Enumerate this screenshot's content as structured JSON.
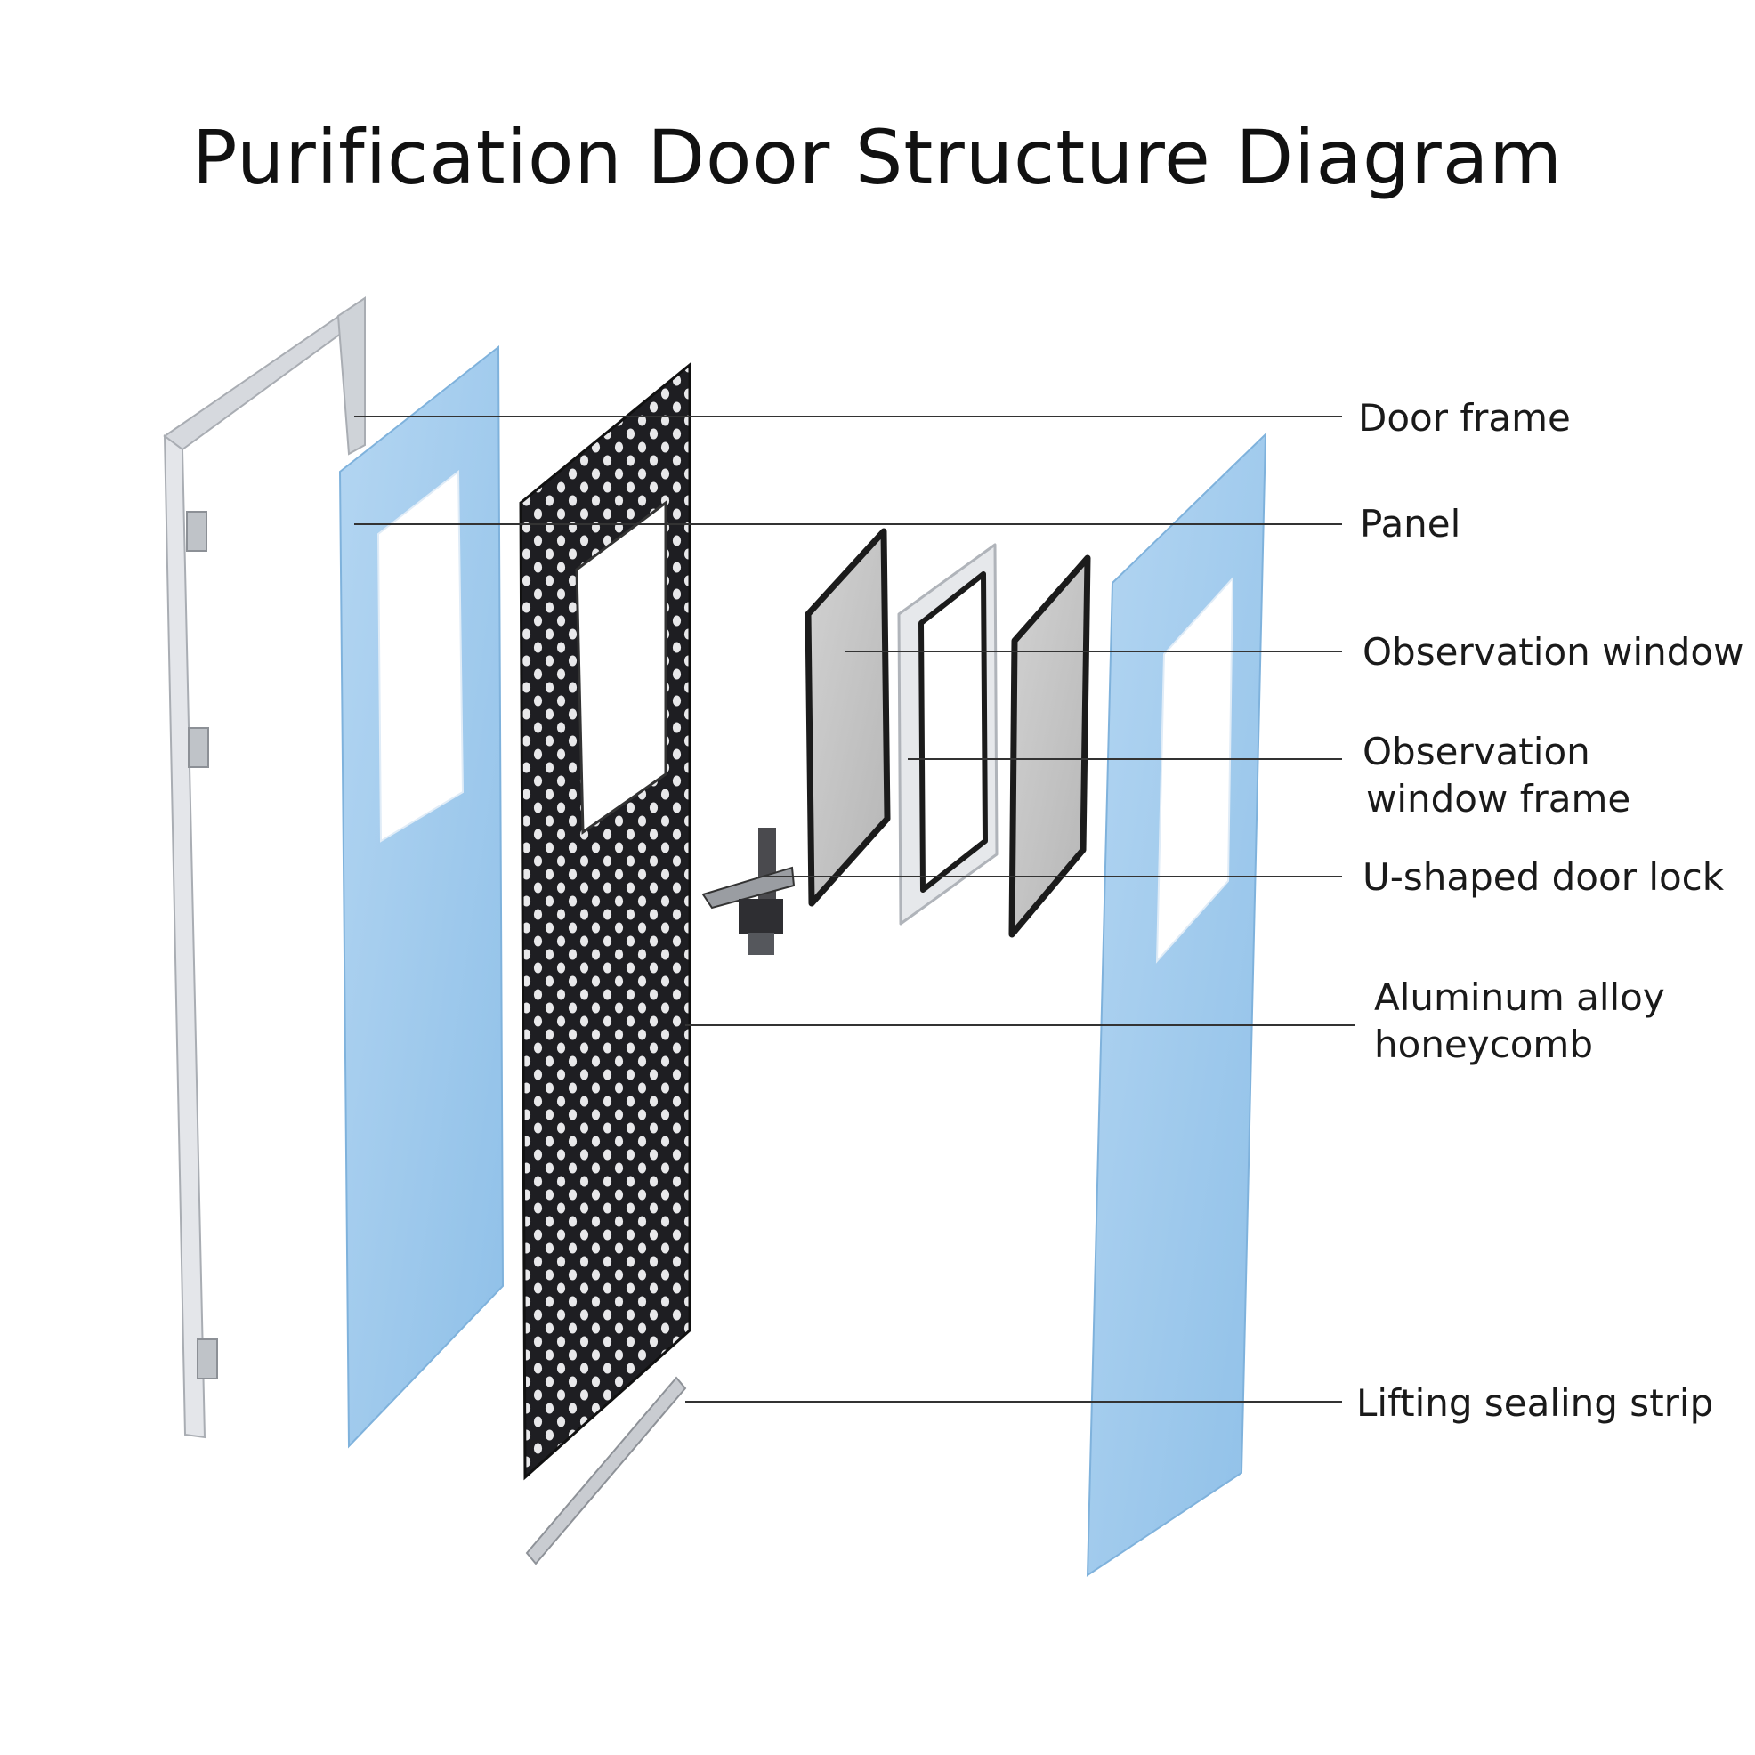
{
  "title": "Purification Door Structure Diagram",
  "labels": {
    "door_frame": "Door frame",
    "panel": "Panel",
    "observation_window": "Observation window",
    "observation_window_frame_line1": "Observation",
    "observation_window_frame_line2": "window frame",
    "u_shaped_door_lock": "U-shaped door lock",
    "honeycomb_line1": "Aluminum alloy",
    "honeycomb_line2": "honeycomb",
    "lifting_sealing_strip": "Lifting sealing strip"
  },
  "colors": {
    "panel_blue": "#9fcaec",
    "panel_blue_dark": "#7fb2dc",
    "frame_gray": "#c8ccd2",
    "glass_gray": "#c4c4c4",
    "honeycomb_dark": "#1e1e22",
    "leader_line": "#333333"
  }
}
